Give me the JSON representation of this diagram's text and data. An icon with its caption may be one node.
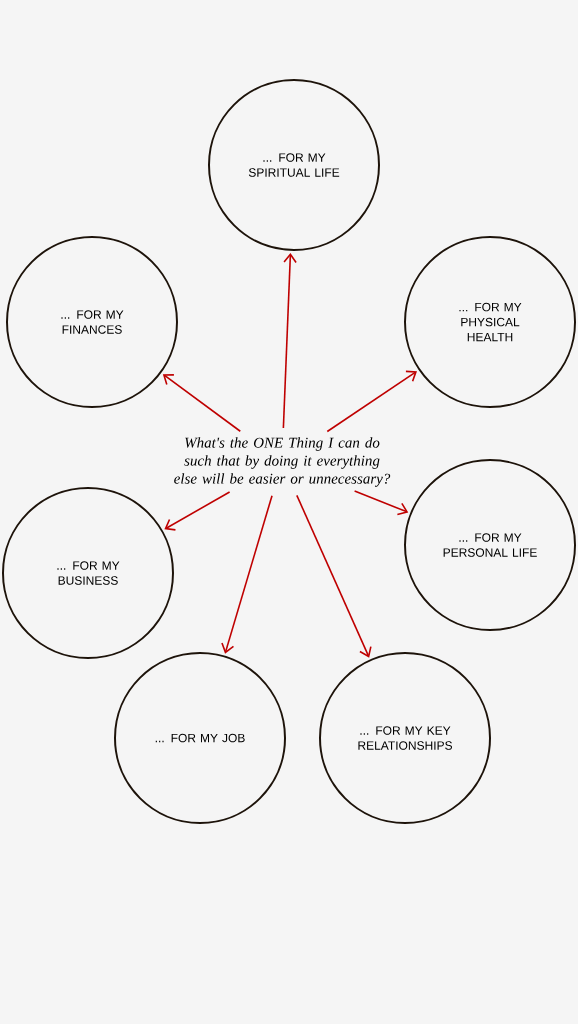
{
  "diagram": {
    "nodes": [
      {
        "text": [
          "What's the ONE Thing I can do such that by doing it everything else will be easier or unnecessary?"
        ]
      },
      {
        "text": [
          "... FOR MY SPIRITUAL LIFE"
        ]
      },
      {
        "text": [
          "... FOR MY FINANCES"
        ]
      },
      {
        "text": [
          "... FOR MY PHYSICAL HEALTH"
        ]
      },
      {
        "text": [
          "... FOR MY BUSINESS"
        ]
      },
      {
        "text": [
          "... FOR MY PERSONAL LIFE"
        ]
      },
      {
        "text": [
          "... FOR MY JOB"
        ]
      },
      {
        "text": [
          "... FOR MY KEY RELATIONSHIPS"
        ]
      }
    ],
    "edges": [
      {
        "from": 0,
        "to": 1,
        "arrow": "to"
      },
      {
        "from": 0,
        "to": 2,
        "arrow": "to"
      },
      {
        "from": 0,
        "to": 3,
        "arrow": "to"
      },
      {
        "from": 0,
        "to": 4,
        "arrow": "to"
      },
      {
        "from": 0,
        "to": 5,
        "arrow": "to"
      },
      {
        "from": 0,
        "to": 6,
        "arrow": "to"
      },
      {
        "from": 0,
        "to": 7,
        "arrow": "to"
      }
    ]
  }
}
